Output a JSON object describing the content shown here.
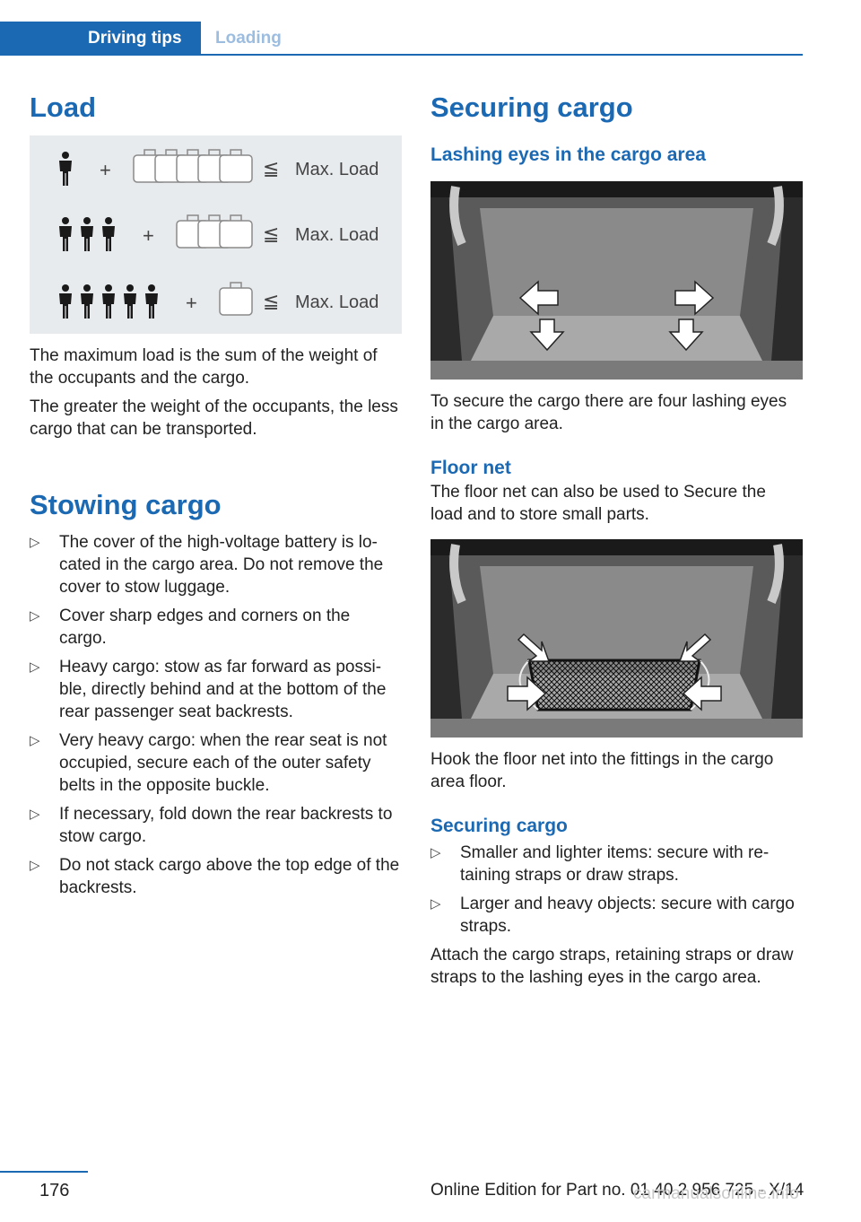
{
  "header": {
    "section_tab": "Driving tips",
    "chapter_tab": "Loading"
  },
  "left": {
    "load_title": "Load",
    "load_figure": {
      "rows": [
        {
          "people": 1,
          "bags": 5,
          "plus": "+",
          "leq": "≦",
          "label": "Max. Load"
        },
        {
          "people": 3,
          "bags": 3,
          "plus": "+",
          "leq": "≦",
          "label": "Max. Load"
        },
        {
          "people": 5,
          "bags": 1,
          "plus": "+",
          "leq": "≦",
          "label": "Max. Load"
        }
      ]
    },
    "load_p1": "The maximum load is the sum of the weight of the occupants and the cargo.",
    "load_p2": "The greater the weight of the occupants, the less cargo that can be transported.",
    "stowing_title": "Stowing cargo",
    "bullet_mark": "▷",
    "stowing_items": [
      "The cover of the high-voltage battery is lo­cated in the cargo area. Do not remove the cover to stow luggage.",
      "Cover sharp edges and corners on the cargo.",
      "Heavy cargo: stow as far forward as possi­ble, directly behind and at the bottom of the rear passenger seat backrests.",
      "Very heavy cargo: when the rear seat is not occupied, secure each of the outer safety belts in the opposite buckle.",
      "If necessary, fold down the rear backrests to stow cargo.",
      "Do not stack cargo above the top edge of the backrests."
    ]
  },
  "right": {
    "title": "Securing cargo",
    "lashing_title": "Lashing eyes in the cargo area",
    "lashing_p": "To secure the cargo there are four lashing eyes in the cargo area.",
    "floor_net_title": "Floor net",
    "floor_net_p": "The floor net can also be used to Secure the load and to store small parts.",
    "floor_net_p2": "Hook the floor net into the fittings in the cargo area floor.",
    "securing_subtitle": "Securing cargo",
    "securing_items": [
      "Smaller and lighter items: secure with re­taining straps or draw straps.",
      "Larger and heavy objects: secure with cargo straps."
    ],
    "securing_p": "Attach the cargo straps, retaining straps or draw straps to the lashing eyes in the cargo area."
  },
  "footer": {
    "page_number": "176",
    "edition": "Online Edition for Part no. 01 40 2 956 725 - X/14",
    "watermark": "carmanualsonline.info"
  }
}
